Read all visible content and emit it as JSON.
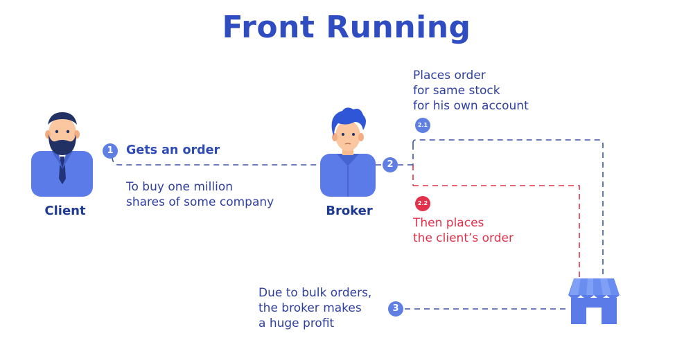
{
  "title": "Front Running",
  "client": {
    "label": "Client"
  },
  "broker": {
    "label": "Broker"
  },
  "steps": {
    "s1": {
      "badge": "1",
      "heading": "Gets an order",
      "detail": "To buy one million\nshares of some company"
    },
    "s2": {
      "badge": "2"
    },
    "s21": {
      "badge": "2.1",
      "text": "Places order\nfor same stock\nfor his own account"
    },
    "s22": {
      "badge": "2.2",
      "text": "Then places\nthe client’s order"
    },
    "s3": {
      "badge": "3",
      "text": "Due to bulk orders,\nthe broker makes\na huge profit"
    }
  },
  "colors": {
    "title": "#2f4cc0",
    "blue_line": "#3a55a8",
    "red_line": "#e2324b",
    "accent_blue": "#5f7fe3",
    "suit": "#5a7be8",
    "store": "#6a8ef0"
  },
  "icons": [
    "client-avatar-icon",
    "broker-avatar-icon",
    "stock-exchange-store-icon"
  ]
}
